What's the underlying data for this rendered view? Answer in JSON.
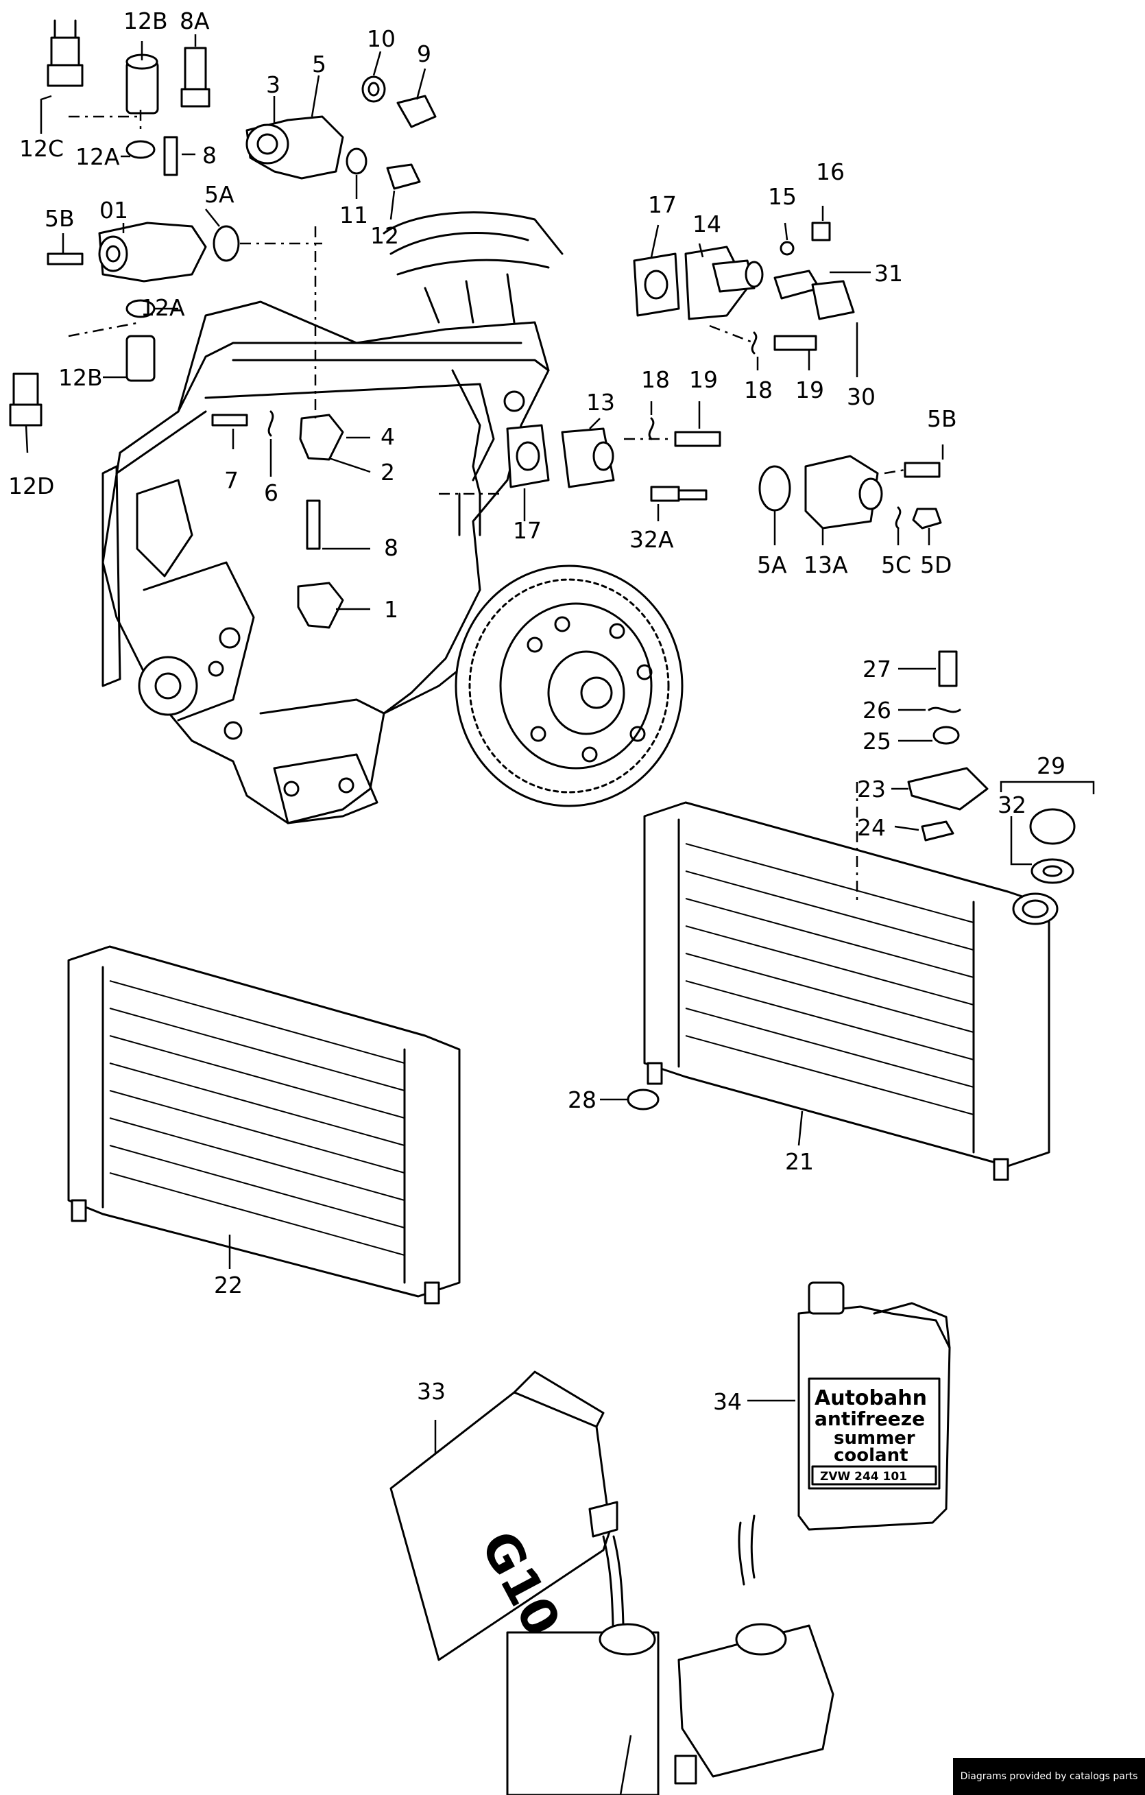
{
  "callouts": [
    {
      "id": "12B",
      "text": "12B"
    },
    {
      "id": "8A",
      "text": "8A"
    },
    {
      "id": "10",
      "text": "10"
    },
    {
      "id": "9",
      "text": "9"
    },
    {
      "id": "3",
      "text": "3"
    },
    {
      "id": "5",
      "text": "5"
    },
    {
      "id": "12C",
      "text": "12C"
    },
    {
      "id": "12A_top",
      "text": "12A"
    },
    {
      "id": "8_top",
      "text": "8"
    },
    {
      "id": "11",
      "text": "11"
    },
    {
      "id": "12",
      "text": "12"
    },
    {
      "id": "5A_top",
      "text": "5A"
    },
    {
      "id": "5B_left",
      "text": "5B"
    },
    {
      "id": "01",
      "text": "01"
    },
    {
      "id": "12A_mid",
      "text": "12A"
    },
    {
      "id": "12B_mid",
      "text": "12B"
    },
    {
      "id": "12D",
      "text": "12D"
    },
    {
      "id": "17_top",
      "text": "17"
    },
    {
      "id": "14",
      "text": "14"
    },
    {
      "id": "15",
      "text": "15"
    },
    {
      "id": "16",
      "text": "16"
    },
    {
      "id": "31",
      "text": "31"
    },
    {
      "id": "18_top",
      "text": "18"
    },
    {
      "id": "19_top",
      "text": "19"
    },
    {
      "id": "30",
      "text": "30"
    },
    {
      "id": "13",
      "text": "13"
    },
    {
      "id": "18_mid",
      "text": "18"
    },
    {
      "id": "19_mid",
      "text": "19"
    },
    {
      "id": "5B_right",
      "text": "5B"
    },
    {
      "id": "4",
      "text": "4"
    },
    {
      "id": "2",
      "text": "2"
    },
    {
      "id": "7",
      "text": "7"
    },
    {
      "id": "6",
      "text": "6"
    },
    {
      "id": "17_mid",
      "text": "17"
    },
    {
      "id": "32A",
      "text": "32A"
    },
    {
      "id": "5A_right",
      "text": "5A"
    },
    {
      "id": "13A",
      "text": "13A"
    },
    {
      "id": "5C",
      "text": "5C"
    },
    {
      "id": "5D",
      "text": "5D"
    },
    {
      "id": "8_mid",
      "text": "8"
    },
    {
      "id": "1",
      "text": "1"
    },
    {
      "id": "27",
      "text": "27"
    },
    {
      "id": "26",
      "text": "26"
    },
    {
      "id": "25",
      "text": "25"
    },
    {
      "id": "29",
      "text": "29"
    },
    {
      "id": "23",
      "text": "23"
    },
    {
      "id": "32",
      "text": "32"
    },
    {
      "id": "24",
      "text": "24"
    },
    {
      "id": "28",
      "text": "28"
    },
    {
      "id": "21",
      "text": "21"
    },
    {
      "id": "22",
      "text": "22"
    },
    {
      "id": "33",
      "text": "33"
    },
    {
      "id": "34",
      "text": "34"
    }
  ],
  "bottle_label": {
    "line1": "Autobahn",
    "line2": "antifreeze",
    "line3": "summer",
    "line4": "coolant",
    "part_no": "ZVW 244 101"
  },
  "canister_mark": "G10",
  "credit": "Diagrams provided by catalogs parts"
}
